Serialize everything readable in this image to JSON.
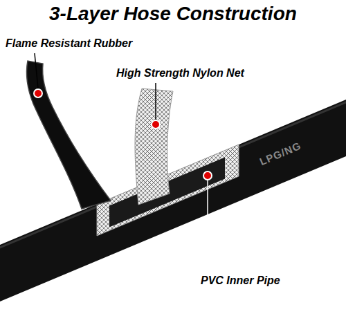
{
  "diagram": {
    "title": "3-Layer Hose Construction",
    "labels": [
      "Flame Resistant Rubber",
      "High Strength Nylon Net",
      "PVC Inner Pipe",
      "LPG/NG"
    ]
  }
}
